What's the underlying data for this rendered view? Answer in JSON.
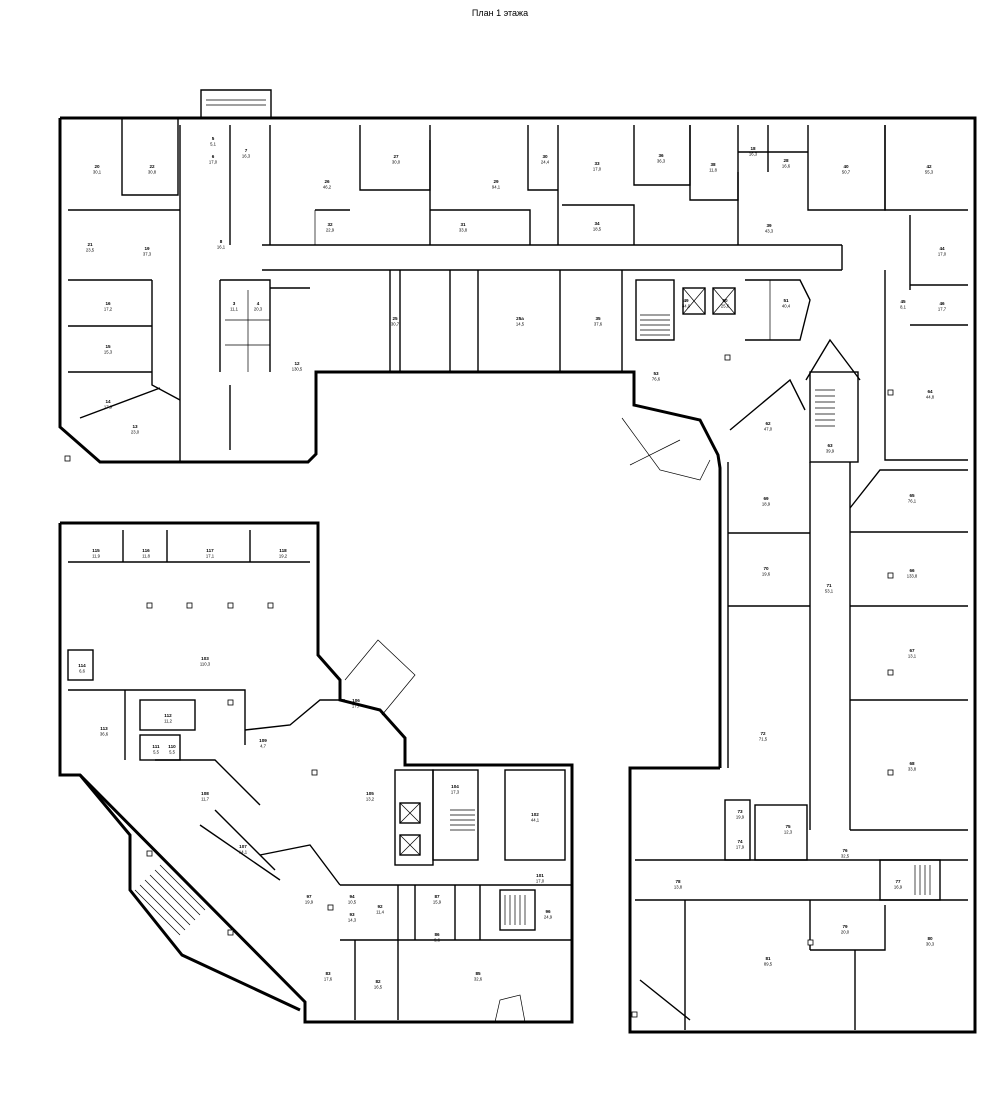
{
  "title": "План 1 этажа",
  "rooms": [
    {
      "id": "20",
      "area": "30,1"
    },
    {
      "id": "22",
      "area": "30,8"
    },
    {
      "id": "5",
      "area": "5,1"
    },
    {
      "id": "6",
      "area": "17,0"
    },
    {
      "id": "7",
      "area": "16,3"
    },
    {
      "id": "26",
      "area": "46,2"
    },
    {
      "id": "27",
      "area": "30,0"
    },
    {
      "id": "29",
      "area": "94,1"
    },
    {
      "id": "30",
      "area": "24,4"
    },
    {
      "id": "31",
      "area": "33,8"
    },
    {
      "id": "32",
      "area": "22,9"
    },
    {
      "id": "33",
      "area": "17,0"
    },
    {
      "id": "34",
      "area": "18,5"
    },
    {
      "id": "36",
      "area": "36,3"
    },
    {
      "id": "38",
      "area": "11,8"
    },
    {
      "id": "40",
      "area": "50,7"
    },
    {
      "id": "42",
      "area": "55,3"
    },
    {
      "id": "44",
      "area": "17,0"
    },
    {
      "id": "21",
      "area": "23,5"
    },
    {
      "id": "19",
      "area": "37,3"
    },
    {
      "id": "8",
      "area": "16,1"
    },
    {
      "id": "18",
      "area": "16,3"
    },
    {
      "id": "28",
      "area": "16,6"
    },
    {
      "id": "39",
      "area": "43,3"
    },
    {
      "id": "16",
      "area": "17,2"
    },
    {
      "id": "15",
      "area": "15,3"
    },
    {
      "id": "14",
      "area": "17,9"
    },
    {
      "id": "13",
      "area": "23,0"
    },
    {
      "id": "12",
      "area": "130,5"
    },
    {
      "id": "3",
      "area": "11,1"
    },
    {
      "id": "4",
      "area": "20,3"
    },
    {
      "id": "25",
      "area": "30,7"
    },
    {
      "id": "25а",
      "area": "14,5"
    },
    {
      "id": "35",
      "area": "37,6"
    },
    {
      "id": "45",
      "area": "8,1"
    },
    {
      "id": "46",
      "area": "17,7"
    },
    {
      "id": "53",
      "area": "76,6"
    },
    {
      "id": "49",
      "area": "34,0"
    },
    {
      "id": "50",
      "area": "25,6"
    },
    {
      "id": "51",
      "area": "40,4"
    },
    {
      "id": "62",
      "area": "47,0"
    },
    {
      "id": "63",
      "area": "39,9"
    },
    {
      "id": "64",
      "area": "44,8"
    },
    {
      "id": "65",
      "area": "76,1"
    },
    {
      "id": "66",
      "area": "133,8"
    },
    {
      "id": "67",
      "area": "13,1"
    },
    {
      "id": "68",
      "area": "33,8"
    },
    {
      "id": "69",
      "area": "18,9"
    },
    {
      "id": "70",
      "area": "19,6"
    },
    {
      "id": "71",
      "area": "53,1"
    },
    {
      "id": "72",
      "area": "71,5"
    },
    {
      "id": "73",
      "area": "19,9"
    },
    {
      "id": "74",
      "area": "17,9"
    },
    {
      "id": "75",
      "area": "12,3"
    },
    {
      "id": "76",
      "area": "32,5"
    },
    {
      "id": "77",
      "area": "16,9"
    },
    {
      "id": "78",
      "area": "13,8"
    },
    {
      "id": "79",
      "area": "20,0"
    },
    {
      "id": "80",
      "area": "30,3"
    },
    {
      "id": "115",
      "area": "11,9"
    },
    {
      "id": "116",
      "area": "11,8"
    },
    {
      "id": "117",
      "area": "17,1"
    },
    {
      "id": "118",
      "area": "19,2"
    },
    {
      "id": "103",
      "area": "110,3"
    },
    {
      "id": "114",
      "area": "6,6"
    },
    {
      "id": "113",
      "area": "36,6"
    },
    {
      "id": "112",
      "area": "11,2"
    },
    {
      "id": "111",
      "area": "5,5"
    },
    {
      "id": "110",
      "area": "5,5"
    },
    {
      "id": "109",
      "area": "4,7"
    },
    {
      "id": "108",
      "area": "11,7"
    },
    {
      "id": "107",
      "area": "14,1"
    },
    {
      "id": "106",
      "area": "17,7"
    },
    {
      "id": "105",
      "area": "13,2"
    },
    {
      "id": "104",
      "area": "17,3"
    },
    {
      "id": "102",
      "area": "44,1"
    },
    {
      "id": "101",
      "area": "17,0"
    },
    {
      "id": "97",
      "area": "19,9"
    },
    {
      "id": "96",
      "area": "24,9"
    },
    {
      "id": "94",
      "area": "10,5"
    },
    {
      "id": "93",
      "area": "14,3"
    },
    {
      "id": "92",
      "area": "11,4"
    },
    {
      "id": "87",
      "area": "15,9"
    },
    {
      "id": "86",
      "area": "9,6"
    },
    {
      "id": "85",
      "area": "32,6"
    },
    {
      "id": "83",
      "area": "17,6"
    },
    {
      "id": "82",
      "area": "16,5"
    },
    {
      "id": "81",
      "area": "89,5"
    }
  ]
}
